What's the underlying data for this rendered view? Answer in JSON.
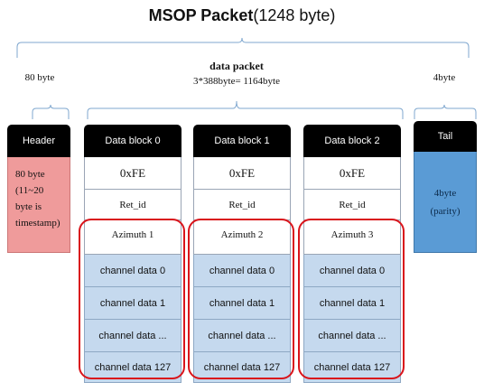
{
  "title": {
    "main": "MSOP Packet",
    "suffix": "(1248 byte)"
  },
  "labels": {
    "header_size": "80 byte",
    "data_packet": "data packet",
    "data_formula": "3*388byte= 1164byte",
    "tail_size": "4byte"
  },
  "header": {
    "title": "Header",
    "body": "80 byte\n(11~20\nbyte is\ntimestamp)"
  },
  "tail": {
    "title": "Tail",
    "line1": "4byte",
    "line2": "(parity)"
  },
  "blocks": [
    {
      "title": "Data block 0",
      "marker": "0xFE",
      "ret": "Ret_id",
      "azimuth": "Azimuth 1",
      "channels": [
        "channel data 0",
        "channel data 1",
        "channel data ...",
        "channel data 127"
      ]
    },
    {
      "title": "Data block 1",
      "marker": "0xFE",
      "ret": "Ret_id",
      "azimuth": "Azimuth 2",
      "channels": [
        "channel data 0",
        "channel data 1",
        "channel data ...",
        "channel data 127"
      ]
    },
    {
      "title": "Data block 2",
      "marker": "0xFE",
      "ret": "Ret_id",
      "azimuth": "Azimuth 3",
      "channels": [
        "channel data 0",
        "channel data 1",
        "channel data ...",
        "channel data 127"
      ]
    }
  ],
  "colors": {
    "header_fill": "#ef9b9b",
    "tail_fill": "#5a9bd5",
    "channel_fill": "#c5d9ee",
    "highlight_ring": "#d9141b"
  }
}
